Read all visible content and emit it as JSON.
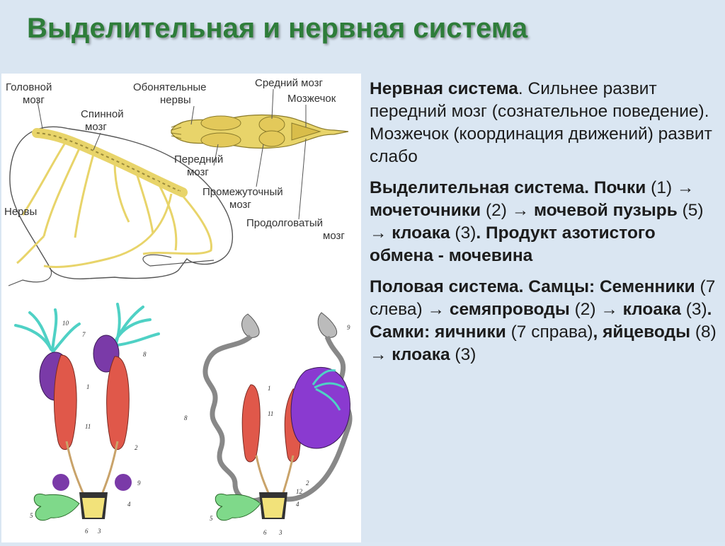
{
  "title": "Выделительная и нервная система",
  "frog_labels": {
    "brain": [
      "Головной",
      "мозг"
    ],
    "spinal": [
      "Спинной",
      "мозг"
    ],
    "nerves": "Нервы",
    "olfactory": [
      "Обонятельные",
      "нервы"
    ],
    "midbrain": "Средний мозг",
    "cerebellum": "Мозжечок",
    "forebrain": [
      "Передний",
      "мозг"
    ],
    "diencephalon": [
      "Промежуточный",
      "мозг"
    ],
    "medulla": [
      "Продолговатый",
      "мозг"
    ]
  },
  "diagram_numbers": {
    "left": [
      "10",
      "7",
      "8",
      "1",
      "11",
      "2",
      "9",
      "4",
      "5",
      "6",
      "3"
    ],
    "right": [
      "9",
      "8",
      "1",
      "11",
      "2",
      "12",
      "4",
      "5",
      "6",
      "3"
    ]
  },
  "paragraphs": [
    [
      {
        "t": "Нервная система",
        "b": true
      },
      {
        "t": ". Сильнее развит передний мозг (сознательное поведение). Мозжечок (координация движений) развит слабо",
        "b": false
      }
    ],
    [
      {
        "t": "Выделительная система. Почки ",
        "b": true
      },
      {
        "t": "(1) ",
        "b": false
      },
      {
        "t": "→ мочеточники ",
        "b": true
      },
      {
        "t": "(2) ",
        "b": false
      },
      {
        "t": "→ мочевой пузырь ",
        "b": true
      },
      {
        "t": "(5) ",
        "b": false
      },
      {
        "t": "→ клоака ",
        "b": true
      },
      {
        "t": "(3)",
        "b": false
      },
      {
        "t": ". Продукт азотистого обмена - мочевина",
        "b": true
      }
    ],
    [
      {
        "t": "Половая система. Самцы: Семенники ",
        "b": true
      },
      {
        "t": "(7 слева) ",
        "b": false
      },
      {
        "t": "→ семяпроводы ",
        "b": true
      },
      {
        "t": "(2) ",
        "b": false
      },
      {
        "t": "→ клоака ",
        "b": true
      },
      {
        "t": "(3)",
        "b": false
      },
      {
        "t": ". Самки: яичники ",
        "b": true
      },
      {
        "t": "(7 справа)",
        "b": false
      },
      {
        "t": ", яйцеводы ",
        "b": true
      },
      {
        "t": "(8) ",
        "b": false
      },
      {
        "t": "→ клоака ",
        "b": true
      },
      {
        "t": "(3)",
        "b": false
      }
    ]
  ],
  "colors": {
    "title": "#2e7d3a",
    "background": "#dae6f2",
    "nerve_yellow": "#e8d46a",
    "kidney": "#e0584a",
    "gonad": "#7a3aa8",
    "fat_body": "#4fd1c5",
    "bladder": "#7fd98a"
  }
}
